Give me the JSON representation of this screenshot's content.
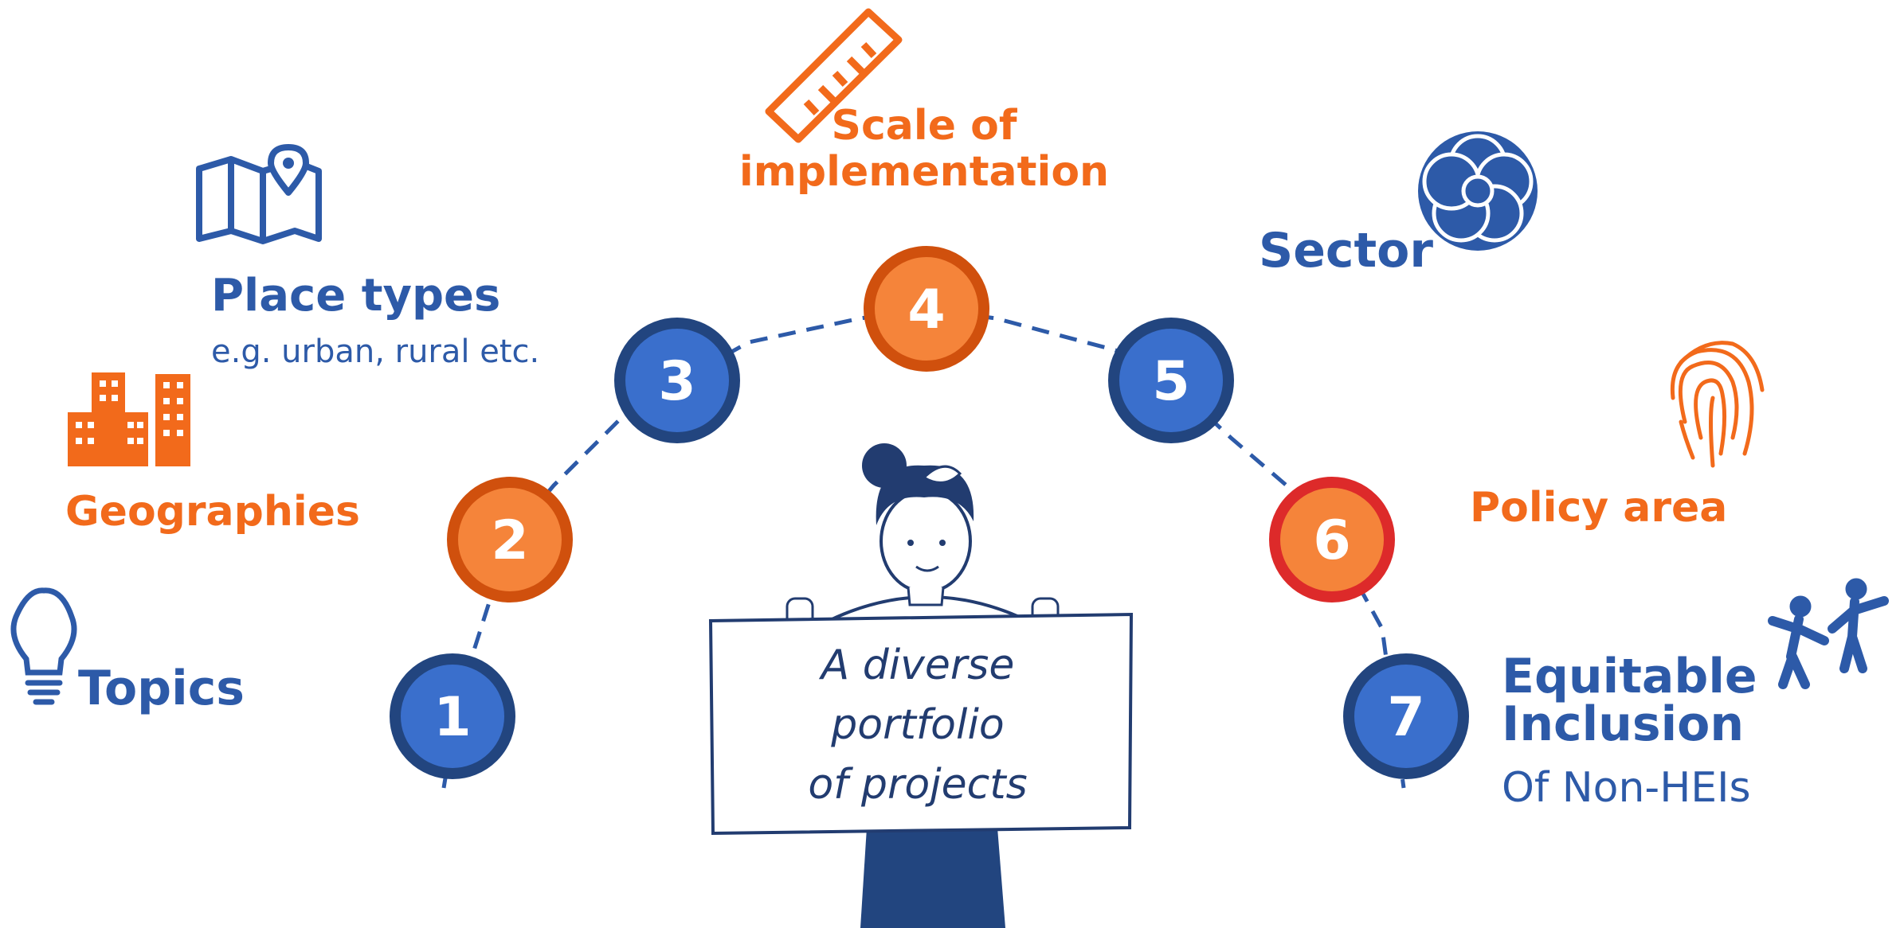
{
  "colors": {
    "blue": "#2d5aa8",
    "blue_fill": "#3a6fcc",
    "blue_ring": "#22457f",
    "orange": "#f26a1b",
    "orange_fill": "#f5843a",
    "orange_ring": "#d0500d",
    "red_ring": "#dd2a2a",
    "navy": "#223c70"
  },
  "nodes": [
    {
      "num": "1",
      "style": "blue"
    },
    {
      "num": "2",
      "style": "orange"
    },
    {
      "num": "3",
      "style": "blue"
    },
    {
      "num": "4",
      "style": "orange"
    },
    {
      "num": "5",
      "style": "blue"
    },
    {
      "num": "6",
      "style": "red"
    },
    {
      "num": "7",
      "style": "blue"
    }
  ],
  "labels": {
    "topics": "Topics",
    "geographies": "Geographies",
    "place_types": "Place types",
    "place_types_sub": "e.g. urban, rural etc.",
    "scale_line1": "Scale of",
    "scale_line2": "implementation",
    "sector": "Sector",
    "policy_area": "Policy area",
    "equitable_line1": "Equitable",
    "equitable_line2": "Inclusion",
    "equitable_sub": "Of Non-HEIs"
  },
  "sign": {
    "line1": "A diverse",
    "line2": "portfolio",
    "line3": "of projects"
  },
  "icons": {
    "topics": "lightbulb-icon",
    "geographies": "buildings-icon",
    "place_types": "map-pin-icon",
    "scale": "ruler-icon",
    "sector": "flower-icon",
    "policy_area": "fingerprint-icon",
    "equitable": "people-icon",
    "person": "person-holding-sign-illustration"
  }
}
